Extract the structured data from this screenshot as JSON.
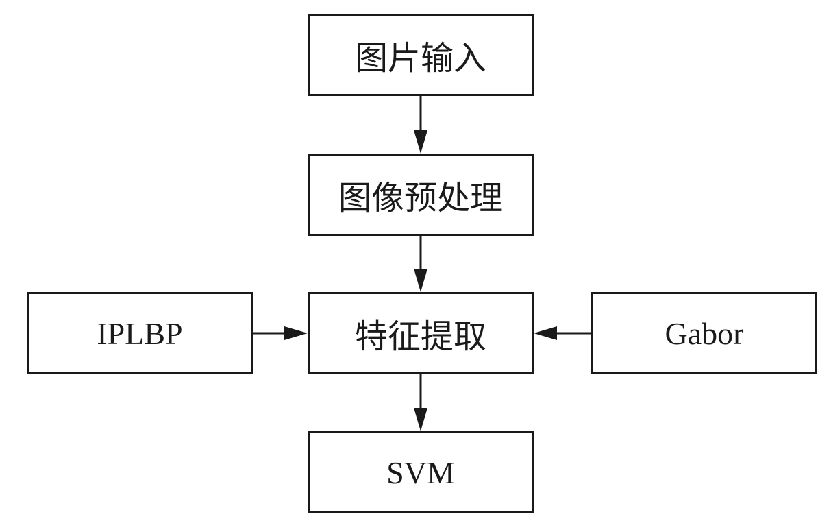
{
  "diagram": {
    "nodes": {
      "input": {
        "label": "图片输入"
      },
      "preprocess": {
        "label": "图像预处理"
      },
      "feature_extraction": {
        "label": "特征提取"
      },
      "svm": {
        "label": "SVM"
      },
      "iplbp": {
        "label": "IPLBP"
      },
      "gabor": {
        "label": "Gabor"
      }
    },
    "edges": [
      {
        "from": "input",
        "to": "preprocess"
      },
      {
        "from": "preprocess",
        "to": "feature_extraction"
      },
      {
        "from": "iplbp",
        "to": "feature_extraction"
      },
      {
        "from": "gabor",
        "to": "feature_extraction"
      },
      {
        "from": "feature_extraction",
        "to": "svm"
      }
    ],
    "colors": {
      "stroke": "#1a1a1a",
      "background": "#ffffff"
    }
  }
}
